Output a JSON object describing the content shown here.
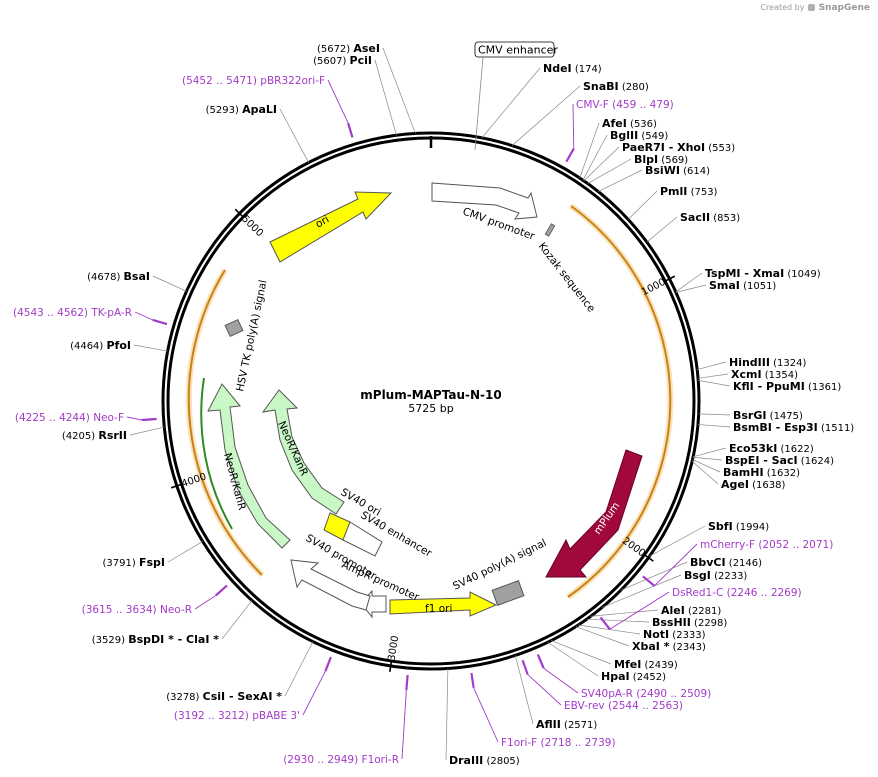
{
  "credit": {
    "prefix": "Created by",
    "brand": "SnapGene"
  },
  "plasmid": {
    "name": "mPlum-MAPTau-N-10",
    "size_label": "5725 bp",
    "length": 5725
  },
  "ticks": [
    {
      "label": "1000",
      "pos": 1000
    },
    {
      "label": "2000",
      "pos": 2000
    },
    {
      "label": "3000",
      "pos": 3000
    },
    {
      "label": "4000",
      "pos": 4000
    },
    {
      "label": "5000",
      "pos": 5000
    }
  ],
  "enzymes": [
    {
      "name": "AseI",
      "pos_label": "(5672)",
      "pos": 5672
    },
    {
      "name": "PciI",
      "pos_label": "(5607)",
      "pos": 5607
    },
    {
      "name": "ApaLI",
      "pos_label": "(5293)",
      "pos": 5293
    },
    {
      "name": "NdeI",
      "pos_label": "(174)",
      "pos": 174
    },
    {
      "name": "SnaBI",
      "pos_label": "(280)",
      "pos": 280
    },
    {
      "name": "AfeI",
      "pos_label": "(536)",
      "pos": 536
    },
    {
      "name": "BglII",
      "pos_label": "(549)",
      "pos": 549
    },
    {
      "name": "PaeR7I - XhoI",
      "pos_label": "(553)",
      "pos": 553
    },
    {
      "name": "BlpI",
      "pos_label": "(569)",
      "pos": 569
    },
    {
      "name": "BsiWI",
      "pos_label": "(614)",
      "pos": 614
    },
    {
      "name": "PmlI",
      "pos_label": "(753)",
      "pos": 753
    },
    {
      "name": "SacII",
      "pos_label": "(853)",
      "pos": 853
    },
    {
      "name": "TspMI - XmaI",
      "pos_label": "(1049)",
      "pos": 1049
    },
    {
      "name": "SmaI",
      "pos_label": "(1051)",
      "pos": 1051
    },
    {
      "name": "HindIII",
      "pos_label": "(1324)",
      "pos": 1324
    },
    {
      "name": "XcmI",
      "pos_label": "(1354)",
      "pos": 1354
    },
    {
      "name": "KflI - PpuMI",
      "pos_label": "(1361)",
      "pos": 1361
    },
    {
      "name": "BsrGI",
      "pos_label": "(1475)",
      "pos": 1475
    },
    {
      "name": "BsmBI - Esp3I",
      "pos_label": "(1511)",
      "pos": 1511
    },
    {
      "name": "Eco53kI",
      "pos_label": "(1622)",
      "pos": 1622
    },
    {
      "name": "BspEI - SacI",
      "pos_label": "(1624)",
      "pos": 1624
    },
    {
      "name": "BamHI",
      "pos_label": "(1632)",
      "pos": 1632
    },
    {
      "name": "AgeI",
      "pos_label": "(1638)",
      "pos": 1638
    },
    {
      "name": "SbfI",
      "pos_label": "(1994)",
      "pos": 1994
    },
    {
      "name": "BbvCI",
      "pos_label": "(2146)",
      "pos": 2146
    },
    {
      "name": "BsgI",
      "pos_label": "(2233)",
      "pos": 2233
    },
    {
      "name": "AleI",
      "pos_label": "(2281)",
      "pos": 2281
    },
    {
      "name": "BssHII",
      "pos_label": "(2298)",
      "pos": 2298
    },
    {
      "name": "NotI",
      "pos_label": "(2333)",
      "pos": 2333
    },
    {
      "name": "XbaI *",
      "pos_label": "(2343)",
      "pos": 2343
    },
    {
      "name": "MfeI",
      "pos_label": "(2439)",
      "pos": 2439
    },
    {
      "name": "HpaI",
      "pos_label": "(2452)",
      "pos": 2452
    },
    {
      "name": "AflII",
      "pos_label": "(2571)",
      "pos": 2571
    },
    {
      "name": "DraIII",
      "pos_label": "(2805)",
      "pos": 2805
    },
    {
      "name": "CsiI - SexAI *",
      "pos_label": "(3278)",
      "pos": 3278
    },
    {
      "name": "BspDI * - ClaI *",
      "pos_label": "(3529)",
      "pos": 3529
    },
    {
      "name": "FspI",
      "pos_label": "(3791)",
      "pos": 3791
    },
    {
      "name": "RsrII",
      "pos_label": "(4205)",
      "pos": 4205
    },
    {
      "name": "PfoI",
      "pos_label": "(4464)",
      "pos": 4464
    },
    {
      "name": "BsaI",
      "pos_label": "(4678)",
      "pos": 4678
    }
  ],
  "primers": [
    {
      "name": "pBR322ori-F",
      "range": "(5452 .. 5471)",
      "pos": 5461
    },
    {
      "name": "CMV-F",
      "range": "(459 .. 479)",
      "pos": 469
    },
    {
      "name": "mCherry-F",
      "range": "(2052 .. 2071)",
      "pos": 2061
    },
    {
      "name": "DsRed1-C",
      "range": "(2246 .. 2269)",
      "pos": 2257
    },
    {
      "name": "SV40pA-R",
      "range": "(2490 .. 2509)",
      "pos": 2499
    },
    {
      "name": "EBV-rev",
      "range": "(2544 .. 2563)",
      "pos": 2553
    },
    {
      "name": "F1ori-F",
      "range": "(2718 .. 2739)",
      "pos": 2728
    },
    {
      "name": "F1ori-R",
      "range": "(2930 .. 2949)",
      "pos": 2940
    },
    {
      "name": "pBABE 3'",
      "range": "(3192 .. 3212)",
      "pos": 3202
    },
    {
      "name": "Neo-R",
      "range": "(3615 .. 3634)",
      "pos": 3624
    },
    {
      "name": "Neo-F",
      "range": "(4225 .. 4244)",
      "pos": 4234
    },
    {
      "name": "TK-pA-R",
      "range": "(4543 .. 4562)",
      "pos": 4552
    }
  ],
  "features": [
    {
      "name": "CMV enhancer",
      "color": "#ffffff"
    },
    {
      "name": "CMV promoter",
      "color": "#ffffff"
    },
    {
      "name": "Kozak sequence",
      "color": "#a0a0a0"
    },
    {
      "name": "mPlum",
      "color": "#a0083e"
    },
    {
      "name": "SV40 poly(A) signal",
      "color": "#a0a0a0"
    },
    {
      "name": "f1 ori",
      "color": "#ffff00"
    },
    {
      "name": "AmpR promoter",
      "color": "#ffffff"
    },
    {
      "name": "SV40 promoter",
      "color": "#ffffff"
    },
    {
      "name": "SV40 enhancer",
      "color": "#ffffff"
    },
    {
      "name": "SV40 ori",
      "color": "#ffff00"
    },
    {
      "name": "NeoR/KanR",
      "color": "#c9f7c5"
    },
    {
      "name": "HSV TK poly(A) signal",
      "color": "#a0a0a0"
    },
    {
      "name": "ori",
      "color": "#ffff00"
    }
  ],
  "colors": {
    "primer": "#a23bc8",
    "orf": "#e0a030",
    "orf_glow": "#fbe2b8",
    "neo_orf": "#2e8b22"
  }
}
